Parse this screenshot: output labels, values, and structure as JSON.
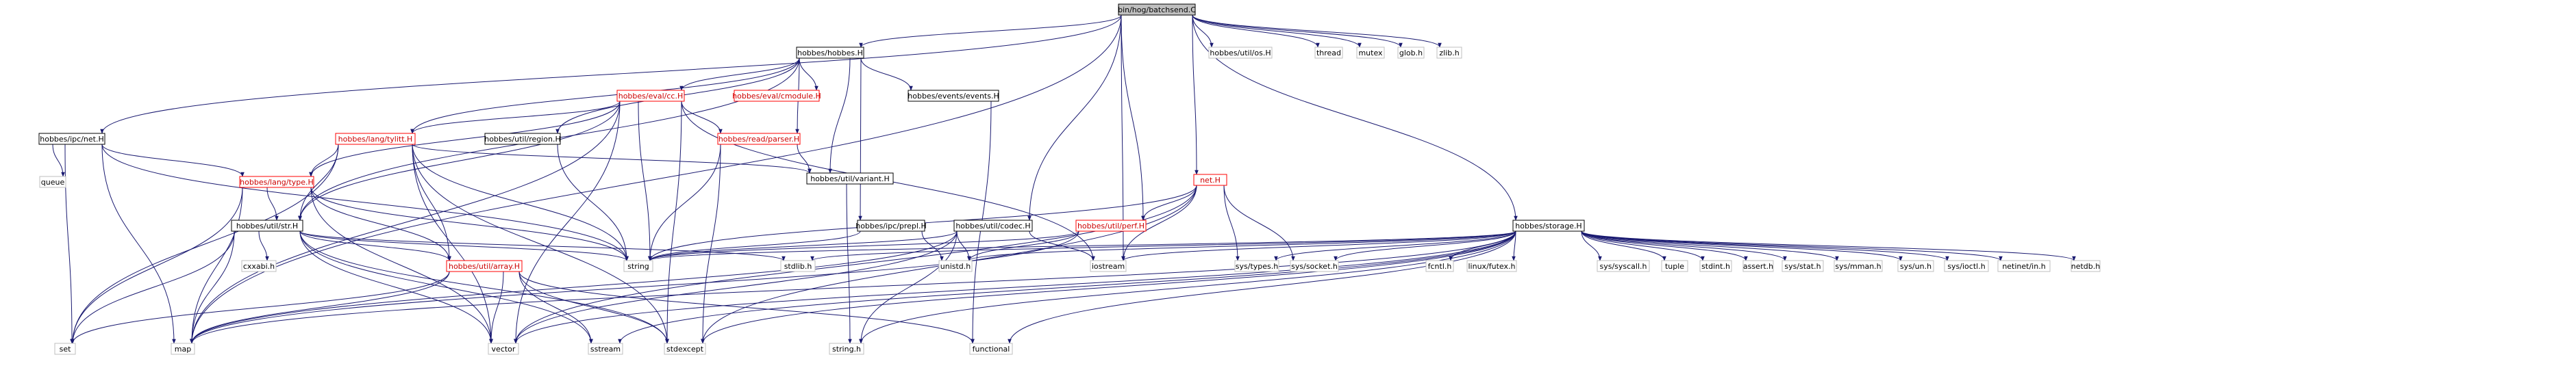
{
  "graph": {
    "nodes": [
      {
        "id": "batchsend",
        "label": "bin/hog/batchsend.C",
        "style": "root"
      },
      {
        "id": "hobbes",
        "label": "hobbes/hobbes.H",
        "style": "box"
      },
      {
        "id": "net",
        "label": "hobbes/ipc/net.H",
        "style": "box"
      },
      {
        "id": "cc",
        "label": "hobbes/eval/cc.H",
        "style": "red"
      },
      {
        "id": "cmodule",
        "label": "hobbes/eval/cmodule.H",
        "style": "red"
      },
      {
        "id": "events",
        "label": "hobbes/events/events.H",
        "style": "box"
      },
      {
        "id": "tylitt",
        "label": "hobbes/lang/tylitt.H",
        "style": "red"
      },
      {
        "id": "region",
        "label": "hobbes/util/region.H",
        "style": "box"
      },
      {
        "id": "parser",
        "label": "hobbes/read/parser.H",
        "style": "red"
      },
      {
        "id": "variant",
        "label": "hobbes/util/variant.H",
        "style": "box"
      },
      {
        "id": "type",
        "label": "hobbes/lang/type.H",
        "style": "red"
      },
      {
        "id": "prepl",
        "label": "hobbes/ipc/prepl.H",
        "style": "box"
      },
      {
        "id": "codec",
        "label": "hobbes/util/codec.H",
        "style": "box"
      },
      {
        "id": "perf",
        "label": "hobbes/util/perf.H",
        "style": "red"
      },
      {
        "id": "netio",
        "label": "net.H",
        "style": "red"
      },
      {
        "id": "storage",
        "label": "hobbes/storage.H",
        "style": "box"
      },
      {
        "id": "str",
        "label": "hobbes/util/str.H",
        "style": "box"
      },
      {
        "id": "array",
        "label": "hobbes/util/array.H",
        "style": "red"
      },
      {
        "id": "os",
        "label": "hobbes/util/os.H",
        "style": "plain"
      },
      {
        "id": "thread",
        "label": "thread",
        "style": "plain"
      },
      {
        "id": "mutex",
        "label": "mutex",
        "style": "plain"
      },
      {
        "id": "glob",
        "label": "glob.h",
        "style": "plain"
      },
      {
        "id": "zlib",
        "label": "zlib.h",
        "style": "plain"
      },
      {
        "id": "queue",
        "label": "queue",
        "style": "plain"
      },
      {
        "id": "cxxabi",
        "label": "cxxabi.h",
        "style": "plain"
      },
      {
        "id": "string",
        "label": "string",
        "style": "plain"
      },
      {
        "id": "stdlib",
        "label": "stdlib.h",
        "style": "plain"
      },
      {
        "id": "unistd",
        "label": "unistd.h",
        "style": "plain"
      },
      {
        "id": "iostream",
        "label": "iostream",
        "style": "plain"
      },
      {
        "id": "systypes",
        "label": "sys/types.h",
        "style": "plain"
      },
      {
        "id": "syssocket",
        "label": "sys/socket.h",
        "style": "plain"
      },
      {
        "id": "fcntl",
        "label": "fcntl.h",
        "style": "plain"
      },
      {
        "id": "futex",
        "label": "linux/futex.h",
        "style": "plain"
      },
      {
        "id": "syscall",
        "label": "sys/syscall.h",
        "style": "plain"
      },
      {
        "id": "tuple",
        "label": "tuple",
        "style": "plain"
      },
      {
        "id": "stdint",
        "label": "stdint.h",
        "style": "plain"
      },
      {
        "id": "assert",
        "label": "assert.h",
        "style": "plain"
      },
      {
        "id": "sysstat",
        "label": "sys/stat.h",
        "style": "plain"
      },
      {
        "id": "sysmman",
        "label": "sys/mman.h",
        "style": "plain"
      },
      {
        "id": "sysun",
        "label": "sys/un.h",
        "style": "plain"
      },
      {
        "id": "sysioctl",
        "label": "sys/ioctl.h",
        "style": "plain"
      },
      {
        "id": "netinet",
        "label": "netinet/in.h",
        "style": "plain"
      },
      {
        "id": "netdb",
        "label": "netdb.h",
        "style": "plain"
      },
      {
        "id": "set",
        "label": "set",
        "style": "plain"
      },
      {
        "id": "map",
        "label": "map",
        "style": "plain"
      },
      {
        "id": "vector",
        "label": "vector",
        "style": "plain"
      },
      {
        "id": "sstream",
        "label": "sstream",
        "style": "plain"
      },
      {
        "id": "stdexcept",
        "label": "stdexcept",
        "style": "plain"
      },
      {
        "id": "stringh",
        "label": "string.h",
        "style": "plain"
      },
      {
        "id": "functional",
        "label": "functional",
        "style": "plain"
      }
    ],
    "edges": [
      [
        "batchsend",
        "hobbes"
      ],
      [
        "batchsend",
        "net"
      ],
      [
        "batchsend",
        "os"
      ],
      [
        "batchsend",
        "thread"
      ],
      [
        "batchsend",
        "mutex"
      ],
      [
        "batchsend",
        "glob"
      ],
      [
        "batchsend",
        "zlib"
      ],
      [
        "batchsend",
        "codec"
      ],
      [
        "batchsend",
        "perf"
      ],
      [
        "batchsend",
        "netio"
      ],
      [
        "batchsend",
        "storage"
      ],
      [
        "batchsend",
        "iostream"
      ],
      [
        "batchsend",
        "map"
      ],
      [
        "hobbes",
        "cc"
      ],
      [
        "hobbes",
        "cmodule"
      ],
      [
        "hobbes",
        "events"
      ],
      [
        "hobbes",
        "tylitt"
      ],
      [
        "hobbes",
        "region"
      ],
      [
        "hobbes",
        "parser"
      ],
      [
        "hobbes",
        "variant"
      ],
      [
        "hobbes",
        "prepl"
      ],
      [
        "hobbes",
        "str"
      ],
      [
        "net",
        "type"
      ],
      [
        "net",
        "queue"
      ],
      [
        "net",
        "set"
      ],
      [
        "net",
        "map"
      ],
      [
        "net",
        "string"
      ],
      [
        "cc",
        "tylitt"
      ],
      [
        "cc",
        "parser"
      ],
      [
        "cc",
        "type"
      ],
      [
        "cc",
        "str"
      ],
      [
        "cc",
        "string"
      ],
      [
        "cc",
        "vector"
      ],
      [
        "cc",
        "map"
      ],
      [
        "cc",
        "stdexcept"
      ],
      [
        "cc",
        "iostream"
      ],
      [
        "events",
        "functional"
      ],
      [
        "tylitt",
        "type"
      ],
      [
        "tylitt",
        "str"
      ],
      [
        "tylitt",
        "array"
      ],
      [
        "tylitt",
        "variant"
      ],
      [
        "tylitt",
        "string"
      ],
      [
        "tylitt",
        "vector"
      ],
      [
        "tylitt",
        "set"
      ],
      [
        "tylitt",
        "stdexcept"
      ],
      [
        "region",
        "string"
      ],
      [
        "parser",
        "variant"
      ],
      [
        "parser",
        "string"
      ],
      [
        "parser",
        "stdexcept"
      ],
      [
        "variant",
        "stringh"
      ],
      [
        "type",
        "str"
      ],
      [
        "type",
        "array"
      ],
      [
        "type",
        "string"
      ],
      [
        "type",
        "map"
      ],
      [
        "type",
        "set"
      ],
      [
        "type",
        "vector"
      ],
      [
        "prepl",
        "string"
      ],
      [
        "prepl",
        "unistd"
      ],
      [
        "codec",
        "string"
      ],
      [
        "codec",
        "unistd"
      ],
      [
        "codec",
        "iostream"
      ],
      [
        "codec",
        "vector"
      ],
      [
        "codec",
        "map"
      ],
      [
        "codec",
        "stringh"
      ],
      [
        "perf",
        "string"
      ],
      [
        "perf",
        "unistd"
      ],
      [
        "perf",
        "map"
      ],
      [
        "netio",
        "perf"
      ],
      [
        "netio",
        "string"
      ],
      [
        "netio",
        "iostream"
      ],
      [
        "netio",
        "systypes"
      ],
      [
        "netio",
        "syssocket"
      ],
      [
        "netio",
        "vector"
      ],
      [
        "netio",
        "stdexcept"
      ],
      [
        "str",
        "cxxabi"
      ],
      [
        "str",
        "string"
      ],
      [
        "str",
        "array"
      ],
      [
        "str",
        "stdlib"
      ],
      [
        "str",
        "map"
      ],
      [
        "str",
        "set"
      ],
      [
        "str",
        "vector"
      ],
      [
        "str",
        "sstream"
      ],
      [
        "str",
        "stdexcept"
      ],
      [
        "array",
        "map"
      ],
      [
        "array",
        "set"
      ],
      [
        "array",
        "vector"
      ],
      [
        "array",
        "sstream"
      ],
      [
        "array",
        "stdexcept"
      ],
      [
        "array",
        "functional"
      ],
      [
        "storage",
        "string"
      ],
      [
        "storage",
        "stdlib"
      ],
      [
        "storage",
        "unistd"
      ],
      [
        "storage",
        "iostream"
      ],
      [
        "storage",
        "systypes"
      ],
      [
        "storage",
        "syssocket"
      ],
      [
        "storage",
        "fcntl"
      ],
      [
        "storage",
        "futex"
      ],
      [
        "storage",
        "syscall"
      ],
      [
        "storage",
        "tuple"
      ],
      [
        "storage",
        "stdint"
      ],
      [
        "storage",
        "assert"
      ],
      [
        "storage",
        "sysstat"
      ],
      [
        "storage",
        "sysmman"
      ],
      [
        "storage",
        "sysun"
      ],
      [
        "storage",
        "sysioctl"
      ],
      [
        "storage",
        "netinet"
      ],
      [
        "storage",
        "netdb"
      ],
      [
        "storage",
        "map"
      ],
      [
        "storage",
        "vector"
      ],
      [
        "storage",
        "sstream"
      ],
      [
        "storage",
        "stdexcept"
      ],
      [
        "storage",
        "stringh"
      ],
      [
        "storage",
        "functional"
      ]
    ]
  }
}
